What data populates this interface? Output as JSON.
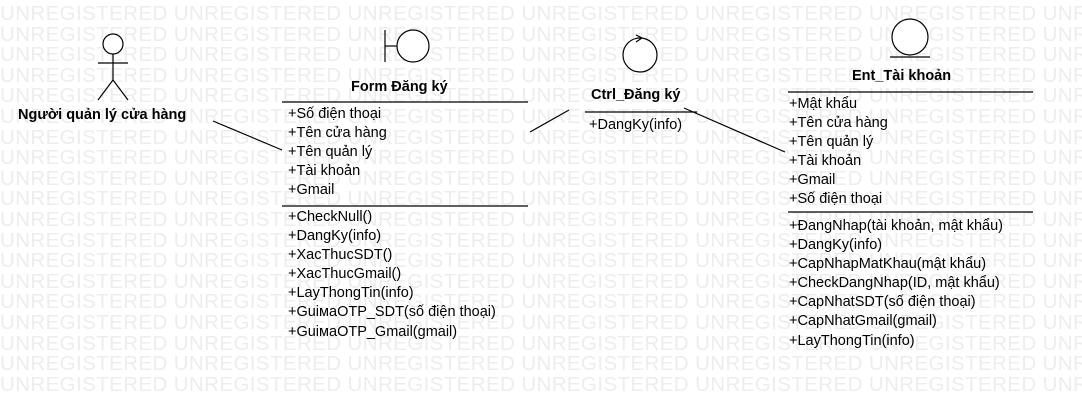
{
  "watermark": "UNREGISTERED",
  "actor": {
    "label": "Người quản lý cửa hàng"
  },
  "boundary": {
    "title": "Form Đăng ký",
    "attributes": [
      "+Số điện thoại",
      "+Tên cửa hàng",
      "+Tên quản lý",
      "+Tài khoản",
      "+Gmail"
    ],
    "methods": [
      "+CheckNull()",
      "+DangKy(info)",
      "+XacThucSDT()",
      "+XacThucGmail()",
      "+LayThongTin(info)",
      "+GuiмaOTP_SDT(số điện thoại)",
      "+GuiмaOTP_Gmail(gmail)"
    ]
  },
  "control": {
    "title": "Ctrl_Đăng ký",
    "methods": [
      "+DangKy(info)"
    ]
  },
  "entity": {
    "title": "Ent_Tài khoản",
    "attributes": [
      "+Mật khẩu",
      "+Tên cửa hàng",
      "+Tên quản lý",
      "+Tài khoản",
      "+Gmail",
      "+Số điện thoại"
    ],
    "methods": [
      "+ĐangNhap(tài khoản, mật khẩu)",
      "+DangKy(info)",
      "+CapNhapMatKhau(mật khẩu)",
      "+CheckDangNhap(ID, mật khẩu)",
      "+CapNhatSDT(số điện thoại)",
      "+CapNhatGmail(gmail)",
      "+LayThongTin(info)"
    ]
  }
}
